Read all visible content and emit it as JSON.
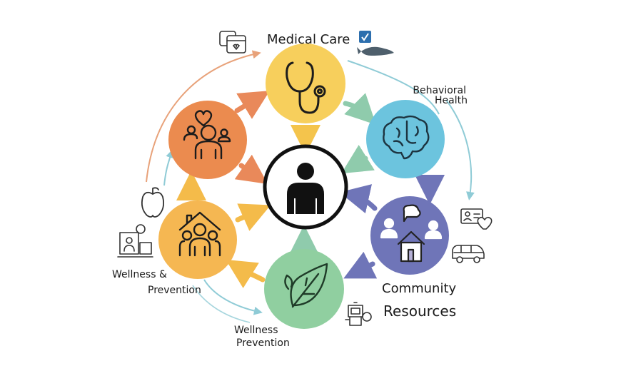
{
  "nodes": {
    "medical_care": {
      "label": "Medical Care",
      "color": "#f7cf5c",
      "icon": "stethoscope-icon"
    },
    "behavioral_health": {
      "label_line1": "Behavioral",
      "label_line2": "Health",
      "color": "#6cc4de",
      "icon": "brain-icon"
    },
    "community_resources": {
      "label_line1": "Community",
      "label_line2": "Resources",
      "color": "#6f75b8",
      "icon": "community-house-icon"
    },
    "wellness_prevention_green": {
      "label_line1": "Wellness",
      "label_line2": "Prevention",
      "color": "#90cfa0",
      "icon": "leaf-icon"
    },
    "wellness_prevention_yellow": {
      "label_line1": "Wellness &",
      "label_line2": "Prevention",
      "color": "#f5b752",
      "icon": "family-house-icon"
    },
    "social_support": {
      "color": "#eb8b4f",
      "icon": "support-group-icon"
    },
    "patient": {
      "color": "#111111",
      "icon": "person-icon"
    }
  },
  "side_icons": [
    "calendar-icon",
    "checkbox-icon",
    "fish-icon",
    "apple-icon",
    "telehealth-icon",
    "id-card-heart-icon",
    "van-icon",
    "kiosk-icon"
  ]
}
